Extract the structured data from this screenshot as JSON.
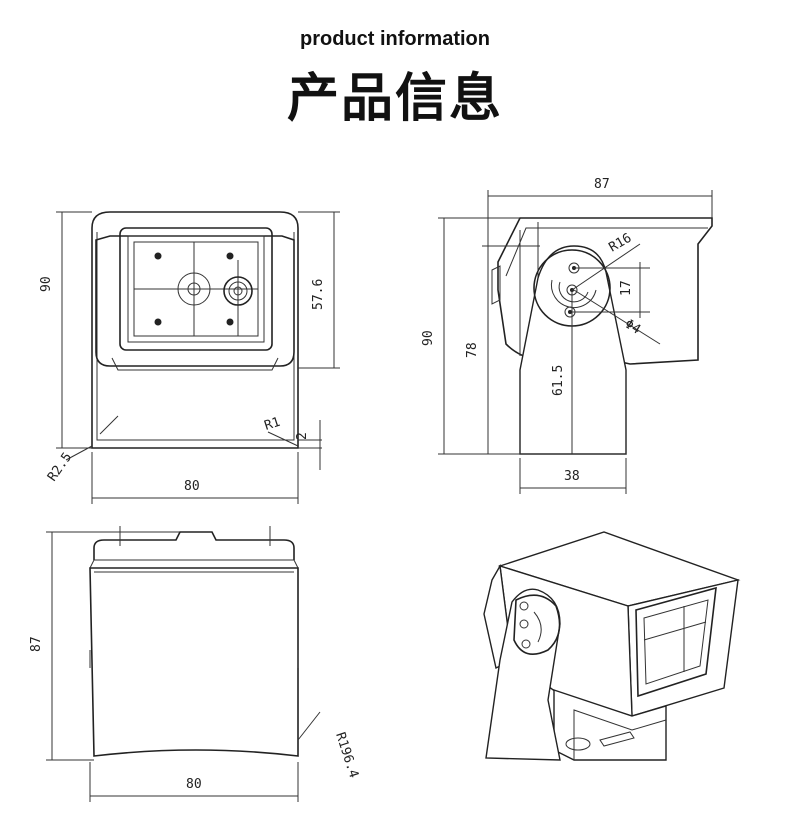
{
  "header": {
    "title_en": "product information",
    "title_cn": "产品信息"
  },
  "views": {
    "front": {
      "height": "90",
      "inner_height": "57.6",
      "width": "80",
      "radius_small": "R1",
      "radius_corner": "R2.5",
      "offset": "2"
    },
    "side": {
      "width": "87",
      "height": "90",
      "inner_height": "78",
      "arm_height": "61.5",
      "base_width": "38",
      "radius": "R16",
      "slot": "17",
      "hole": "Φ4"
    },
    "top": {
      "height": "87",
      "width": "80",
      "radius": "R196.4"
    }
  }
}
